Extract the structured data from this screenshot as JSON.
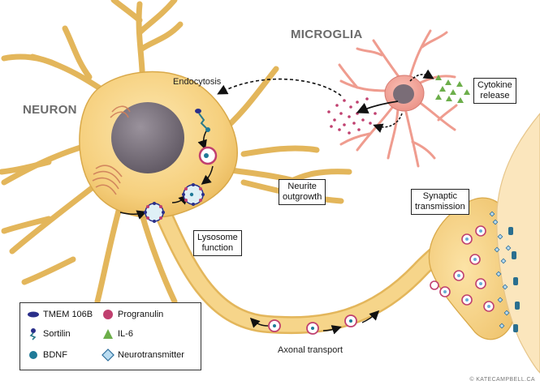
{
  "labels": {
    "neuron": "NEURON",
    "microglia": "MICROGLIA",
    "endocytosis": "Endocytosis",
    "axonal_transport": "Axonal transport"
  },
  "boxes": {
    "cytokine_release": [
      "Cytokine",
      "release"
    ],
    "neurite_outgrowth": [
      "Neurite",
      "outgrowth"
    ],
    "lysosome_function": [
      "Lysosome",
      "function"
    ],
    "synaptic_transmission": [
      "Synaptic",
      "transmission"
    ]
  },
  "legend": {
    "tmem": "TMEM 106B",
    "sortilin": "Sortilin",
    "bdnf": "BDNF",
    "progranulin": "Progranulin",
    "il6": "IL-6",
    "neurotransmitter": "Neurotransmitter"
  },
  "colors": {
    "cell_body": "#f6d58a",
    "cell_outline": "#d9a94a",
    "nucleus": "#7d7580",
    "microglia_body": "#f3a49a",
    "microglia_nucleus": "#7a6d77",
    "progranulin": "#c0406f",
    "il6": "#6cae4a",
    "bdnf": "#1f7a98",
    "tmem": "#2a2f8a",
    "neurotransmitter": "#6aaed6"
  },
  "credit": "© KATECAMPBELL.CA"
}
